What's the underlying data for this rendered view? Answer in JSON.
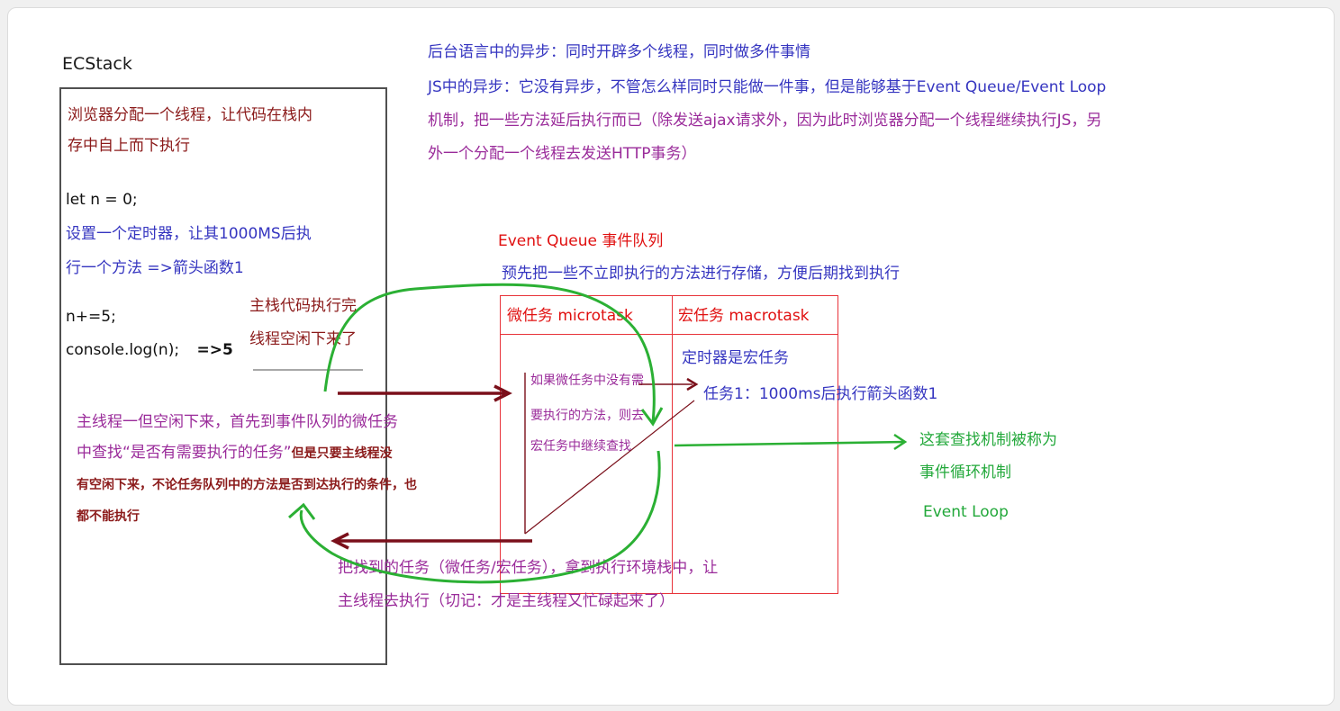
{
  "ecstack": {
    "title": "ECStack",
    "note_line1": "浏览器分配一个线程，让代码在栈内",
    "note_line2": "存中自上而下执行",
    "code1": "let n = 0;",
    "timer_line1": "设置一个定时器，让其1000MS后执",
    "timer_line2": "行一个方法  =>箭头函数1",
    "code2": "n+=5;",
    "code3_text": "console.log(n);",
    "code3_result": "=>5"
  },
  "main_done": {
    "line1": "主栈代码执行完",
    "line2": "线程空闲下来了"
  },
  "main_thread_note": {
    "line1": "主线程一但空闲下来，首先到事件队列的微任务",
    "line2a": "中查找“是否有需要执行的任务”",
    "line2b": "但是只要主线程没",
    "line3": "有空闲下来，不论任务队列中的方法是否到达执行的条件，也",
    "line4": "都不能执行"
  },
  "header": {
    "line1": "后台语言中的异步：同时开辟多个线程，同时做多件事情",
    "line2": "JS中的异步：它没有异步，不管怎么样同时只能做一件事，但是能够基于Event Queue/Event Loop",
    "line3": "机制，把一些方法延后执行而已（除发送ajax请求外，因为此时浏览器分配一个线程继续执行JS，另",
    "line4": "外一个分配一个线程去发送HTTP事务）"
  },
  "event_queue": {
    "title": "Event Queue  事件队列",
    "desc": "预先把一些不立即执行的方法进行存储，方便后期找到执行",
    "micro_label": "微任务 microtask",
    "macro_label": "宏任务 macrotask",
    "micro_note_line1": "如果微任务中没有需",
    "micro_note_line2": "要执行的方法，则去",
    "micro_note_line3": "宏任务中继续查找",
    "macro_note": "定时器是宏任务",
    "task1": "任务1：1000ms后执行箭头函数1"
  },
  "event_loop": {
    "line1": "这套查找机制被称为",
    "line2": "事件循环机制",
    "line3": "Event Loop"
  },
  "bottom_note": {
    "line1": "把找到的任务（微任务/宏任务），拿到执行环境栈中，让",
    "line2": "主线程去执行（切记：才是主线程又忙碌起来了）"
  },
  "colors": {
    "arrow_dark_red": "#7a0f1a",
    "arrow_green": "#2bb034",
    "queue_border": "#e8333a"
  }
}
